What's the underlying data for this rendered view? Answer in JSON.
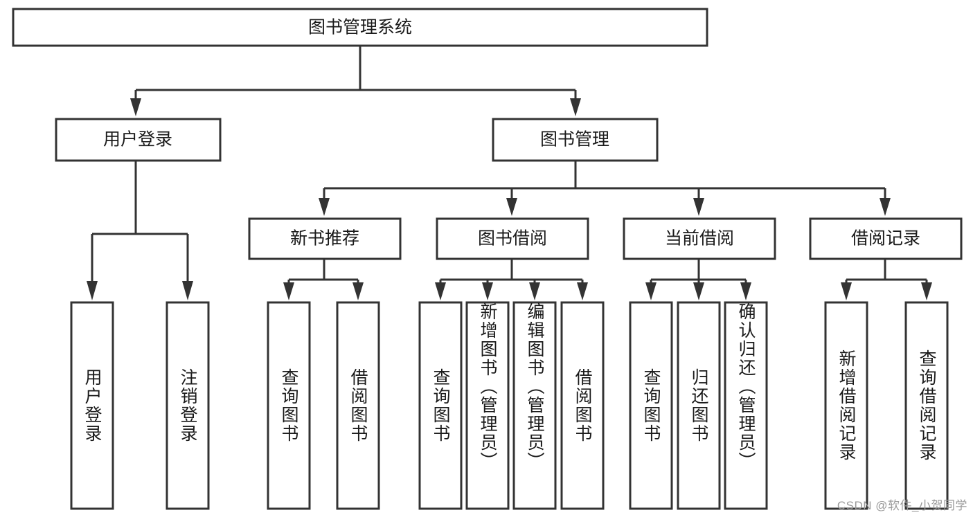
{
  "diagram": {
    "type": "tree",
    "title": "图书管理系统",
    "root": {
      "id": "root",
      "label": "图书管理系统",
      "orientation": "horizontal"
    },
    "level2": [
      {
        "id": "user-login",
        "label": "用户登录",
        "orientation": "horizontal"
      },
      {
        "id": "book-manage",
        "label": "图书管理",
        "orientation": "horizontal"
      }
    ],
    "level3": [
      {
        "id": "new-book-recommend",
        "label": "新书推荐",
        "parent": "book-manage",
        "orientation": "horizontal"
      },
      {
        "id": "book-borrow",
        "label": "图书借阅",
        "parent": "book-manage",
        "orientation": "horizontal"
      },
      {
        "id": "current-borrow",
        "label": "当前借阅",
        "parent": "book-manage",
        "orientation": "horizontal"
      },
      {
        "id": "borrow-record",
        "label": "借阅记录",
        "parent": "book-manage",
        "orientation": "horizontal"
      }
    ],
    "leaves": [
      {
        "id": "leaf-user-login",
        "label": "用户登录",
        "parent": "user-login",
        "orientation": "vertical"
      },
      {
        "id": "leaf-logout-login",
        "label": "注销登录",
        "parent": "user-login",
        "orientation": "vertical"
      },
      {
        "id": "leaf-query-book-1",
        "label": "查询图书",
        "parent": "new-book-recommend",
        "orientation": "vertical"
      },
      {
        "id": "leaf-borrow-book-1",
        "label": "借阅图书",
        "parent": "new-book-recommend",
        "orientation": "vertical"
      },
      {
        "id": "leaf-query-book-2",
        "label": "查询图书",
        "parent": "book-borrow",
        "orientation": "vertical"
      },
      {
        "id": "leaf-add-book",
        "label": "新增图书（管理员）",
        "parent": "book-borrow",
        "orientation": "vertical"
      },
      {
        "id": "leaf-edit-book",
        "label": "编辑图书（管理员）",
        "parent": "book-borrow",
        "orientation": "vertical"
      },
      {
        "id": "leaf-borrow-book-2",
        "label": "借阅图书",
        "parent": "book-borrow",
        "orientation": "vertical"
      },
      {
        "id": "leaf-query-book-3",
        "label": "查询图书",
        "parent": "current-borrow",
        "orientation": "vertical"
      },
      {
        "id": "leaf-return-book",
        "label": "归还图书",
        "parent": "current-borrow",
        "orientation": "vertical"
      },
      {
        "id": "leaf-confirm-return",
        "label": "确认归还（管理员）",
        "parent": "current-borrow",
        "orientation": "vertical"
      },
      {
        "id": "leaf-add-record",
        "label": "新增借阅记录",
        "parent": "borrow-record",
        "orientation": "vertical"
      },
      {
        "id": "leaf-query-record",
        "label": "查询借阅记录",
        "parent": "borrow-record",
        "orientation": "vertical"
      }
    ],
    "colors": {
      "stroke": "#333333",
      "fill": "#ffffff",
      "text": "#1a1a1a",
      "watermark": "#9a9a9a"
    }
  },
  "watermark": {
    "text": "CSDN @软件_小贺同学"
  }
}
